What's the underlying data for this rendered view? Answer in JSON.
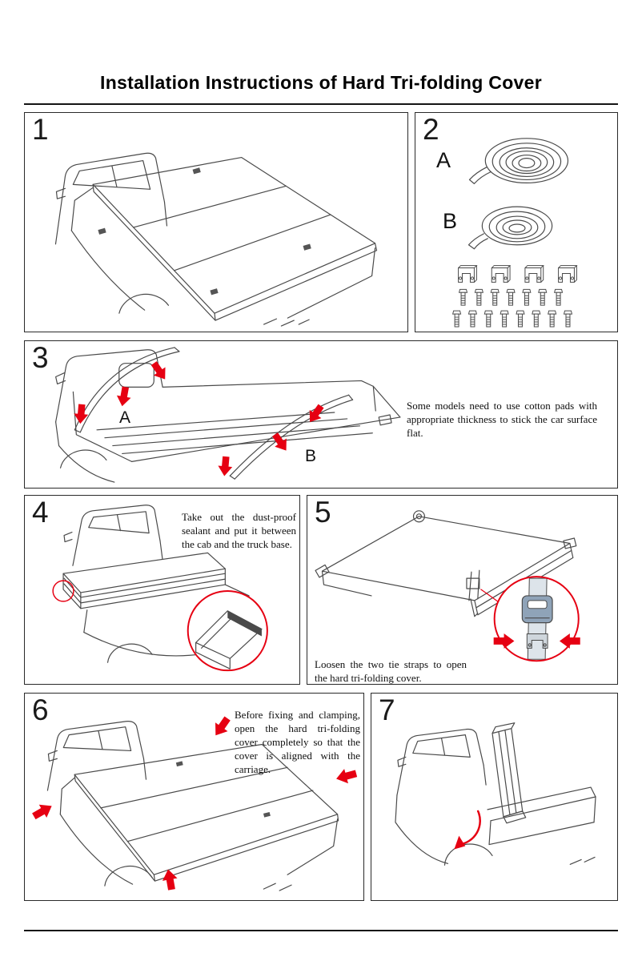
{
  "document": {
    "title": "Installation Instructions of Hard Tri-folding Cover"
  },
  "colors": {
    "accent_red": "#e60012",
    "line_art": "#4a4a4a"
  },
  "icons": {
    "red_arrow": "solid red directional arrow",
    "zoom_circle": "red magnifier circle",
    "curved_arrow": "red rotation arrow"
  },
  "steps": {
    "s1": {
      "number": "1"
    },
    "s2": {
      "number": "2",
      "part_a_label": "A",
      "part_b_label": "B"
    },
    "s3": {
      "number": "3",
      "seal_a_label": "A",
      "seal_b_label": "B",
      "note": "Some models need to use cotton pads with appropriate thickness to stick the car surface flat."
    },
    "s4": {
      "number": "4",
      "note": "Take out the dust-proof sealant and put it between the cab and the truck base."
    },
    "s5": {
      "number": "5",
      "note": "Loosen the two tie straps to open the hard tri-folding cover."
    },
    "s6": {
      "number": "6",
      "note": "Before fixing and clamping, open the hard tri-folding cover completely so that the cover is aligned with the carriage."
    },
    "s7": {
      "number": "7"
    }
  }
}
